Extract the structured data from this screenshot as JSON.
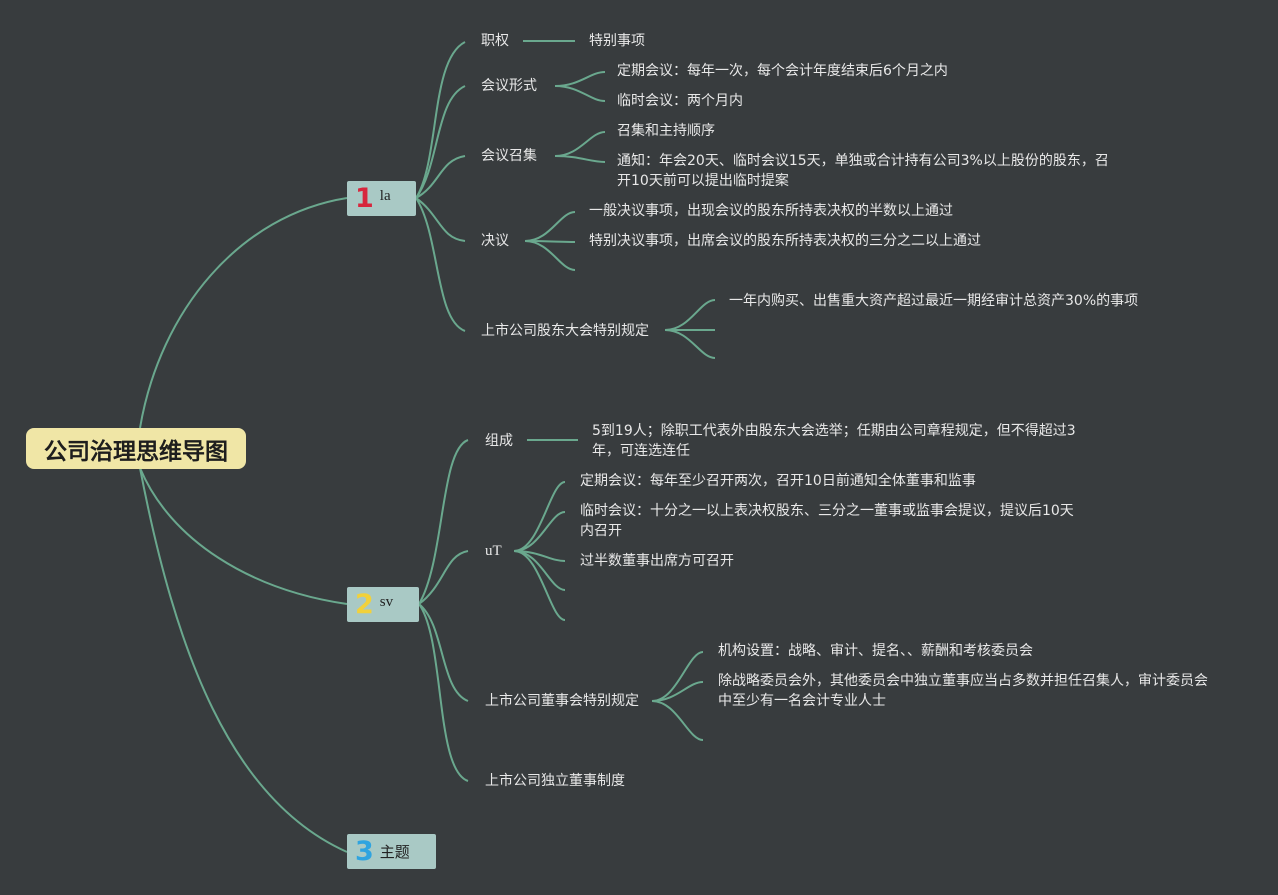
{
  "root": {
    "label": "公司治理思维导图"
  },
  "branches": [
    {
      "number": "1",
      "number_color": "#d7263d",
      "label": "la",
      "topics": [
        {
          "label": "职权",
          "children": [
            "特别事项"
          ]
        },
        {
          "label": "会议形式",
          "children": [
            "定期会议：每年一次，每个会计年度结束后6个月之内",
            "临时会议：两个月内"
          ]
        },
        {
          "label": "会议召集",
          "children": [
            "召集和主持顺序",
            "通知：年会20天、临时会议15天，单独或合计持有公司3%以上股份的股东，召开10天前可以提出临时提案"
          ]
        },
        {
          "label": "决议",
          "children": [
            "一般决议事项，出现会议的股东所持表决权的半数以上通过",
            "特别决议事项，出席会议的股东所持表决权的三分之二以上通过",
            ""
          ]
        },
        {
          "label": "上市公司股东大会特别规定",
          "children": [
            "一年内购买、出售重大资产超过最近一期经审计总资产30%的事项",
            "",
            ""
          ]
        }
      ]
    },
    {
      "number": "2",
      "number_color": "#f2d13b",
      "label": "sv",
      "topics": [
        {
          "label": "组成",
          "children": [
            "5到19人；除职工代表外由股东大会选举；任期由公司章程规定，但不得超过3年，可连选连任"
          ]
        },
        {
          "label": "uT",
          "children": [
            "定期会议：每年至少召开两次，召开10日前通知全体董事和监事",
            "临时会议：十分之一以上表决权股东、三分之一董事或监事会提议，提议后10天内召开",
            "过半数董事出席方可召开",
            "",
            ""
          ]
        },
        {
          "label": "上市公司董事会特别规定",
          "children": [
            "机构设置：战略、审计、提名、、薪酬和考核委员会",
            "除战略委员会外，其他委员会中独立董事应当占多数并担任召集人，审计委员会中至少有一名会计专业人士",
            ""
          ]
        },
        {
          "label": "上市公司独立董事制度",
          "children": []
        }
      ]
    },
    {
      "number": "3",
      "number_color": "#2fa4e0",
      "label": "主题",
      "topics": []
    }
  ]
}
